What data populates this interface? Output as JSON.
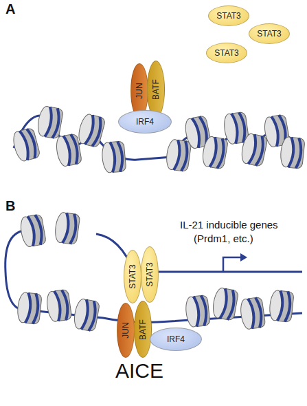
{
  "diagram": {
    "nodes": [
      {
        "text": [
          "STAT3"
        ]
      },
      {
        "text": [
          "STAT3"
        ]
      },
      {
        "text": [
          "STAT3"
        ]
      },
      {
        "text": [
          "JUN"
        ]
      },
      {
        "text": [
          "BATF"
        ]
      },
      {
        "text": [
          "IRF4"
        ]
      },
      {
        "text": [
          "STAT3"
        ]
      },
      {
        "text": [
          "STAT3"
        ]
      },
      {
        "text": [
          "JUN"
        ]
      },
      {
        "text": [
          "BATF"
        ]
      },
      {
        "text": [
          "IRF4"
        ]
      }
    ],
    "labels": [
      "A",
      "B",
      "IL-21 inducible genes",
      "(Prdm1, etc.)",
      "AICE"
    ]
  }
}
